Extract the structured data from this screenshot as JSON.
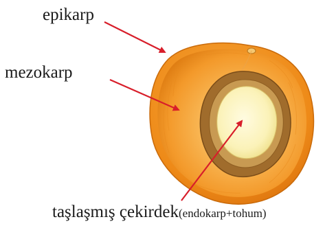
{
  "labels": {
    "epikarp": "epikarp",
    "mezokarp": "mezokarp",
    "seed_main": "taşlaşmış çekirdek",
    "seed_sub": "(endokarp+tohum)"
  },
  "colors": {
    "arrow": "#d81e2a",
    "fruit_outer": "#f0921c",
    "fruit_mid": "#f7a53a",
    "fruit_light": "#fbd48a",
    "stone_outer": "#9c6a2c",
    "stone_inner": "#c89a52",
    "seed": "#fbf6c6"
  }
}
